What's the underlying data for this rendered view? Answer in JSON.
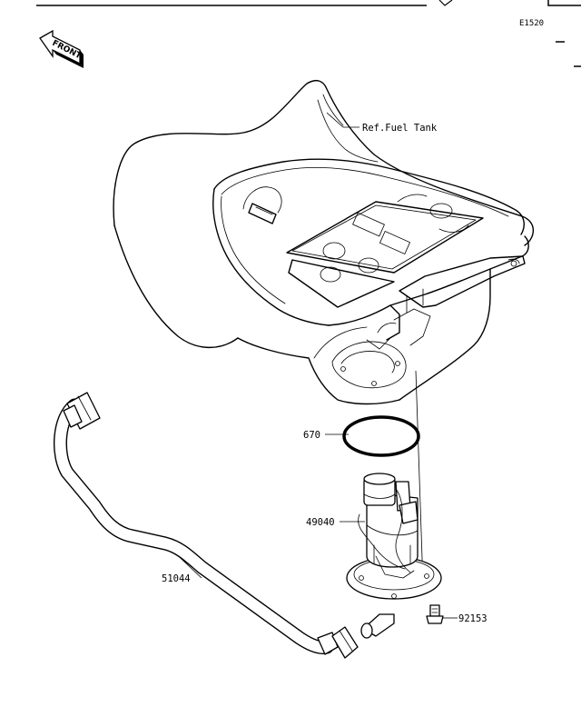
{
  "diagram_code": "E1520",
  "front_marker": "FRONT",
  "ref_label": "Ref.Fuel Tank",
  "callouts": {
    "gasket": "670",
    "pump": "49040",
    "hose": "51044",
    "bolt": "92153"
  }
}
